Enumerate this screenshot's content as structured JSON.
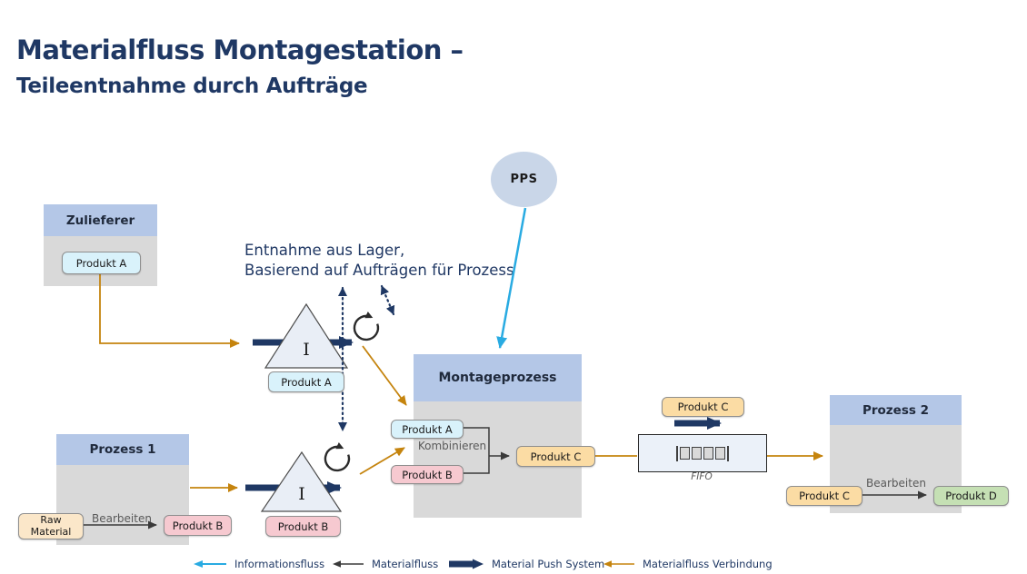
{
  "title": {
    "line1": "Materialfluss Montagestation –",
    "line2": "Teileentnahme durch Aufträge"
  },
  "pps": {
    "label": "PPS"
  },
  "annotation": {
    "line1": "Entnahme aus Lager,",
    "line2": "Basierend auf Aufträgen für Prozess"
  },
  "supplier": {
    "title": "Zulieferer",
    "product": "Produkt A"
  },
  "process1": {
    "title": "Prozess 1",
    "input": "Raw Material",
    "action": "Bearbeiten",
    "output": "Produkt B"
  },
  "inventory_top": {
    "symbol": "I",
    "label": "Produkt A"
  },
  "inventory_bottom": {
    "symbol": "I",
    "label": "Produkt B"
  },
  "assembly": {
    "title": "Montageprozess",
    "input_a": "Produkt A",
    "action": "Kombinieren",
    "input_b": "Produkt B",
    "output": "Produkt C"
  },
  "push_lane": {
    "product": "Produkt C"
  },
  "fifo": {
    "label": "FIFO"
  },
  "process2": {
    "title": "Prozess 2",
    "input": "Produkt C",
    "action": "Bearbeiten",
    "output": "Produkt D"
  },
  "legend": {
    "items": [
      {
        "label": "Informationsfluss",
        "color": "#29ABE2",
        "style": "thin-arrow-left"
      },
      {
        "label": "Materialfluss",
        "color": "#3A3A3A",
        "style": "thin-arrow-left"
      },
      {
        "label": "Material Push System",
        "color": "#1F3864",
        "style": "thick-arrow-right"
      },
      {
        "label": "Materialfluss Verbindung",
        "color": "#C5840E",
        "style": "thin-arrow-left"
      }
    ]
  },
  "colors": {
    "accent_navy": "#1F3864",
    "header_blue": "#B4C7E7",
    "box_gray": "#D9D9D9",
    "info_cyan": "#29ABE2",
    "material_orange": "#C5840E",
    "badge_cyan": "#D9F2FB",
    "badge_pink": "#F6C9D0",
    "badge_orange": "#FBDCA4",
    "badge_tan": "#FBE7C9",
    "badge_green": "#C5E0B4",
    "fifo_fill": "#EBF1F9",
    "pps_fill": "#C9D6E8"
  }
}
